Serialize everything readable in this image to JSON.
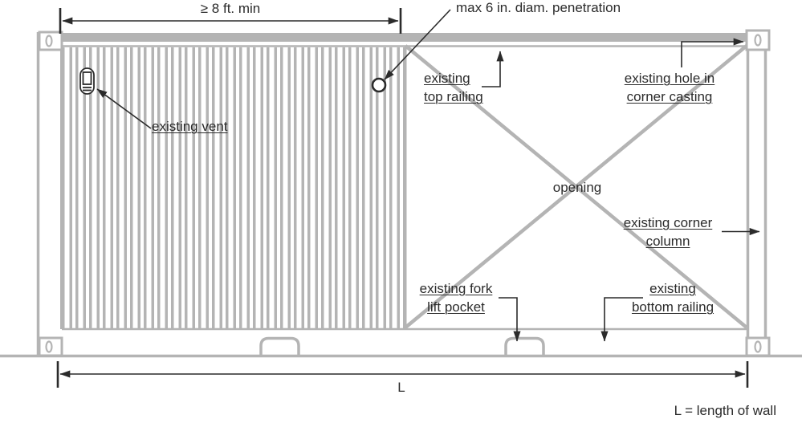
{
  "colors": {
    "line_gray": "#b4b4b4",
    "ink": "#2b2b2b"
  },
  "dimensions": {
    "top_min_width": "≥ 8 ft. min",
    "length": "L",
    "length_note": "L = length of wall"
  },
  "labels": {
    "penetration": "max 6 in. diam. penetration",
    "vent": "existing vent",
    "top_railing": {
      "line1": "existing",
      "line2": "top railing"
    },
    "hole_corner_casting": {
      "line1": "existing hole in",
      "line2": "corner casting"
    },
    "opening": "opening",
    "corner_column": {
      "line1": "existing corner",
      "line2": "column"
    },
    "fork_lift_pocket": {
      "line1": "existing fork",
      "line2": "lift pocket"
    },
    "bottom_railing": {
      "line1": "existing",
      "line2": "bottom railing"
    }
  }
}
